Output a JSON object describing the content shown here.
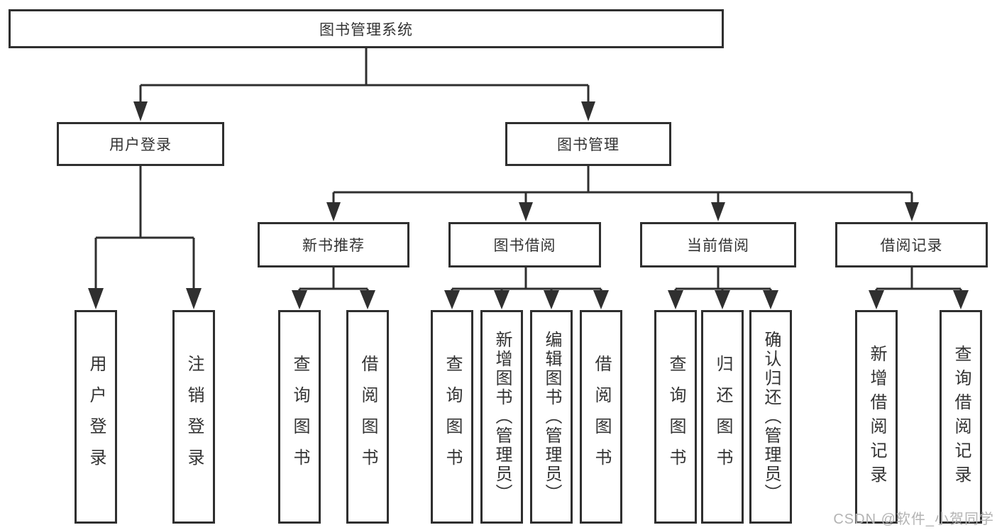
{
  "tree": {
    "label": "图书管理系统",
    "children": [
      {
        "label": "用户登录",
        "children": [
          {
            "label": "用户登录"
          },
          {
            "label": "注销登录"
          }
        ]
      },
      {
        "label": "图书管理",
        "children": [
          {
            "label": "新书推荐",
            "children": [
              {
                "label": "查询图书"
              },
              {
                "label": "借阅图书"
              }
            ]
          },
          {
            "label": "图书借阅",
            "children": [
              {
                "label": "查询图书"
              },
              {
                "label": "新增图书（管理员）"
              },
              {
                "label": "编辑图书（管理员）"
              },
              {
                "label": "借阅图书"
              }
            ]
          },
          {
            "label": "当前借阅",
            "children": [
              {
                "label": "查询图书"
              },
              {
                "label": "归还图书"
              },
              {
                "label": "确认归还（管理员）"
              }
            ]
          },
          {
            "label": "借阅记录",
            "children": [
              {
                "label": "新增借阅记录"
              },
              {
                "label": "查询借阅记录"
              }
            ]
          }
        ]
      }
    ]
  },
  "watermark": {
    "text": "CSDN @软件_小贺同学"
  },
  "colors": {
    "line": "#2f2f2f",
    "box_border": "#2f2f2f",
    "box_fill": "#ffffff",
    "text": "#333333",
    "watermark_text": "#b3b3b3",
    "background": "#ffffff"
  }
}
